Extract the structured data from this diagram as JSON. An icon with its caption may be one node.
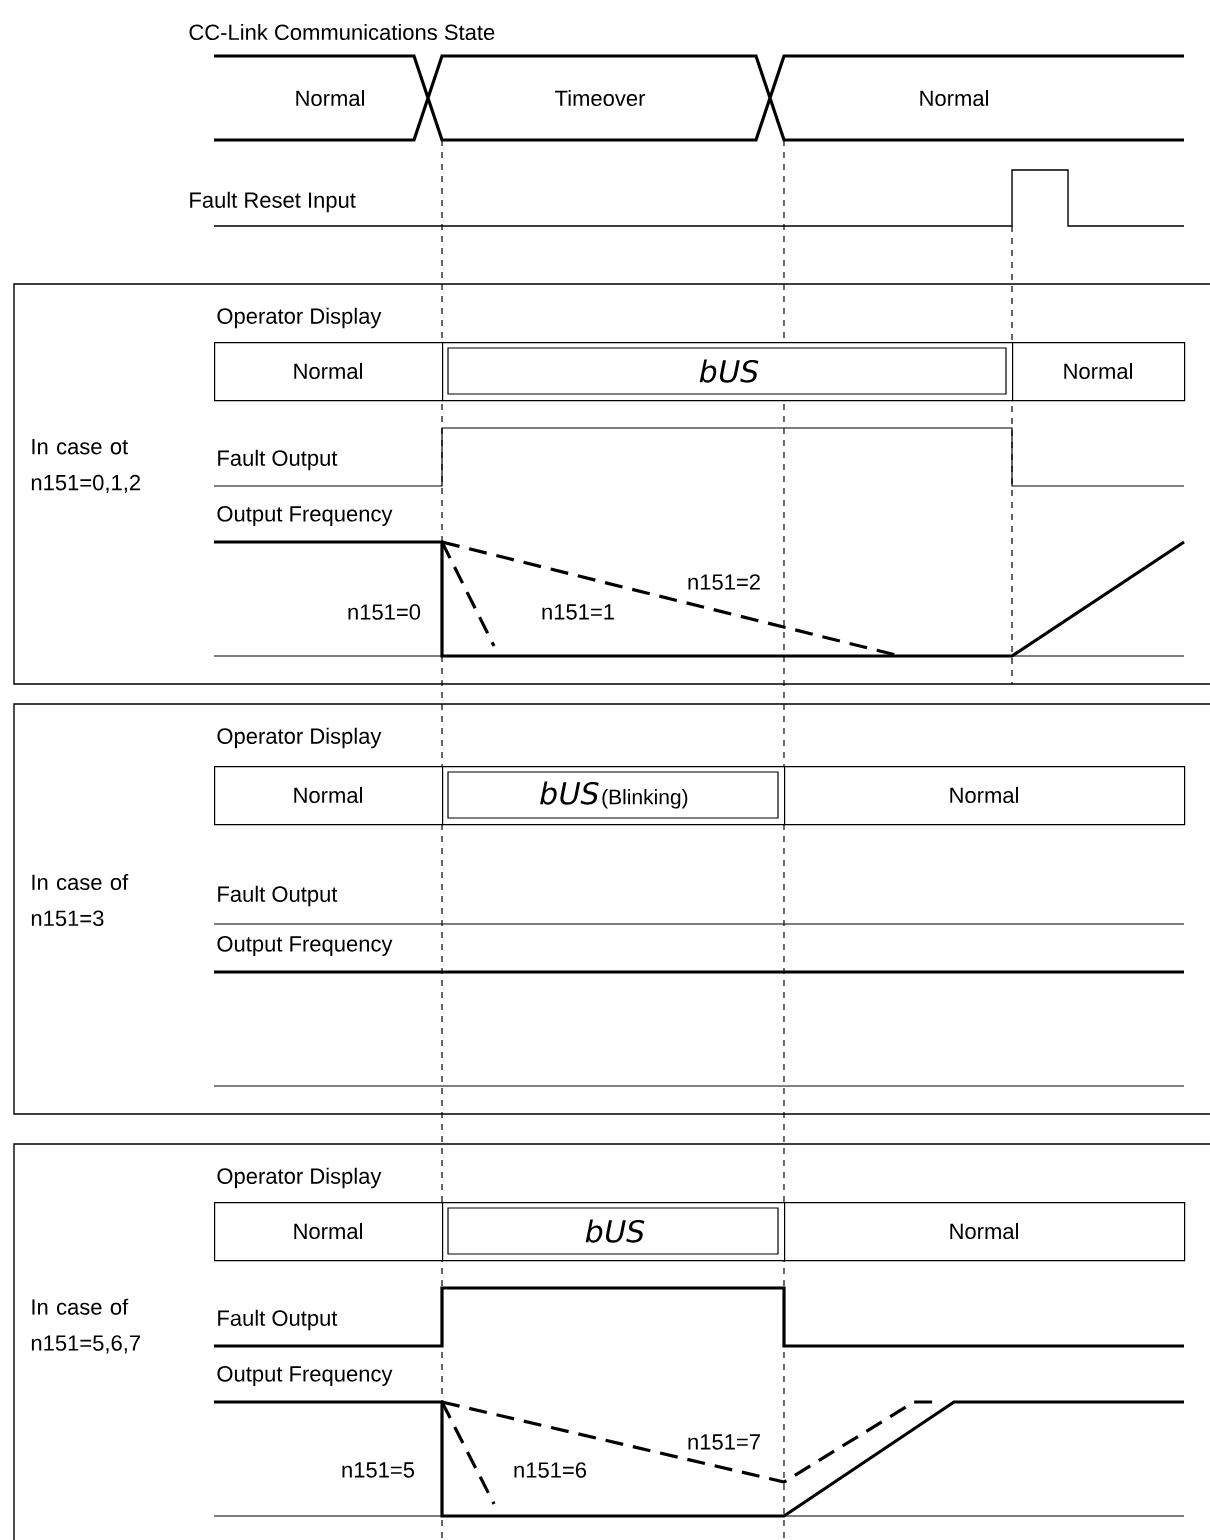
{
  "diagram": {
    "nodes": [
      {
        "text": [
          "In case ot n151=0,1,2"
        ]
      },
      {
        "text": [
          "Normal"
        ],
        "in": 0
      },
      {
        "text": [
          "bUS"
        ],
        "in": 0
      },
      {
        "text": [
          "Normal"
        ],
        "in": 0
      },
      {
        "text": [
          "In case of n151=3"
        ]
      },
      {
        "text": [
          "Normal"
        ],
        "in": 4
      },
      {
        "text": [
          "bUS",
          "(Blinking)"
        ],
        "in": 4
      },
      {
        "text": [
          "Normal"
        ],
        "in": 4
      },
      {
        "text": [
          "In case of n151=5,6,7"
        ]
      },
      {
        "text": [
          "Normal"
        ],
        "in": 8
      },
      {
        "text": [
          "bUS"
        ],
        "in": 8
      },
      {
        "text": [
          "Normal"
        ],
        "in": 8
      }
    ],
    "labels": [
      "CC-Link Communications State",
      "Normal",
      "Timeover",
      "Normal",
      "Fault Reset Input",
      "Operator Display",
      "Fault Output",
      "Output Frequency",
      "n151=0",
      "n151=1",
      "n151=2",
      "Operator Display",
      "Fault Output",
      "Output Frequency",
      "Operator Display",
      "Fault Output",
      "Output Frequency",
      "n151=5",
      "n151=6",
      "n151=7"
    ]
  }
}
